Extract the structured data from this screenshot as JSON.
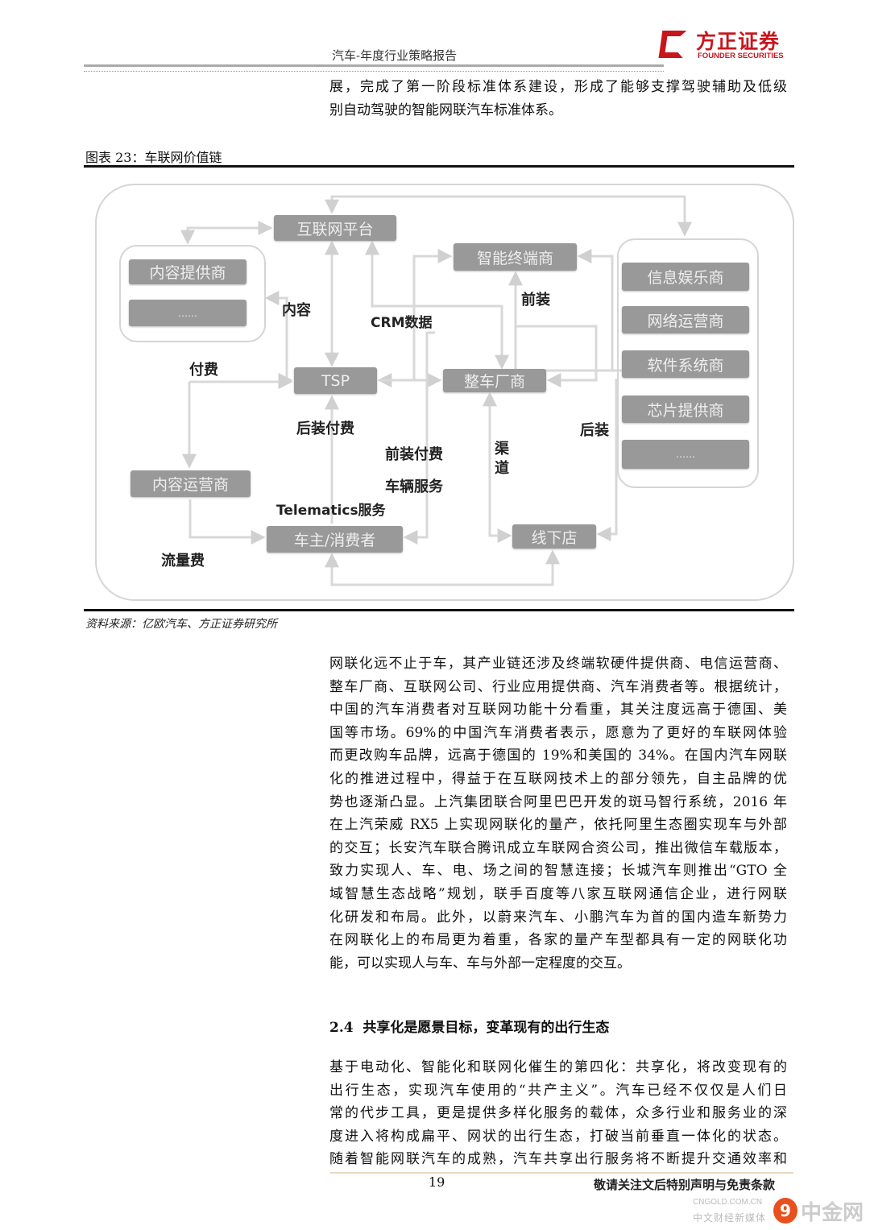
{
  "header": {
    "title": "汽车-年度行业策略报告",
    "logo_cn": "方正证券",
    "logo_en": "FOUNDER SECURITIES"
  },
  "intro_lines": [
    "展，完成了第一阶段标准体系建设，形成了能够支撑驾驶辅助及低级",
    "别自动驾驶的智能网联汽车标准体系。"
  ],
  "figure": {
    "caption": "图表 23：车联网价值链",
    "source": "资料来源：亿欧汽车、方正证券研究所",
    "nodes": {
      "internet_platform": "互联网平台",
      "smart_terminal": "智能终端商",
      "content_provider": "内容提供商",
      "content_more": "……",
      "tsp": "TSP",
      "oem": "整车厂商",
      "content_operator": "内容运营商",
      "consumer": "车主/消费者",
      "offline_store": "线下店",
      "infotainment": "信息娱乐商",
      "network_operator": "网络运营商",
      "software": "软件系统商",
      "chip": "芯片提供商",
      "right_more": "……"
    },
    "labels": {
      "content": "内容",
      "crm": "CRM数据",
      "front_install": "前装",
      "pay": "付费",
      "after_pay": "后装付费",
      "front_pay": "前装付费",
      "vehicle_service": "车辆服务",
      "telematics": "Telematics服务",
      "channel": "渠道",
      "after_install": "后装",
      "traffic_fee": "流量费"
    }
  },
  "body_lines": [
    "网联化远不止于车，其产业链还涉及终端软硬件提供商、电信运营商、",
    "整车厂商、互联网公司、行业应用提供商、汽车消费者等。根据统计，",
    "中国的汽车消费者对互联网功能十分看重，其关注度远高于德国、美",
    "国等市场。69%的中国汽车消费者表示，愿意为了更好的车联网体验",
    "而更改购车品牌，远高于德国的 19%和美国的 34%。在国内汽车网联",
    "化的推进过程中，得益于在互联网技术上的部分领先，自主品牌的优",
    "势也逐渐凸显。上汽集团联合阿里巴巴开发的斑马智行系统，2016 年",
    "在上汽荣威 RX5 上实现网联化的量产，依托阿里生态圈实现车与外部",
    "的交互；长安汽车联合腾讯成立车联网合资公司，推出微信车载版本，",
    "致力实现人、车、电、场之间的智慧连接；长城汽车则推出“GTO 全",
    "域智慧生态战略”规划，联手百度等八家互联网通信企业，进行网联",
    "化研发和布局。此外，以蔚来汽车、小鹏汽车为首的国内造车新势力",
    "在网联化上的布局更为着重，各家的量产车型都具有一定的网联化功",
    "能，可以实现人与车、车与外部一定程度的交互。"
  ],
  "section_heading": "2.4  共享化是愿景目标，变革现有的出行生态",
  "section_lines": [
    "基于电动化、智能化和联网化催生的第四化：共享化，将改变现有的",
    "出行生态，实现汽车使用的“共产主义”。汽车已经不仅仅是人们日",
    "常的代步工具，更是提供多样化服务的载体，众多行业和服务业的深",
    "度进入将构成扁平、网状的出行生态，打破当前垂直一体化的状态。",
    "随着智能网联汽车的成熟，汽车共享出行服务将不断提升交通效率和"
  ],
  "footer": {
    "page_number": "19",
    "disclaimer": "敬请关注文后特别声明与免责条款"
  },
  "watermark": {
    "cn": "中金网",
    "en": "CNGOLD.COM.CN",
    "sub": "中文财经新媒体"
  }
}
